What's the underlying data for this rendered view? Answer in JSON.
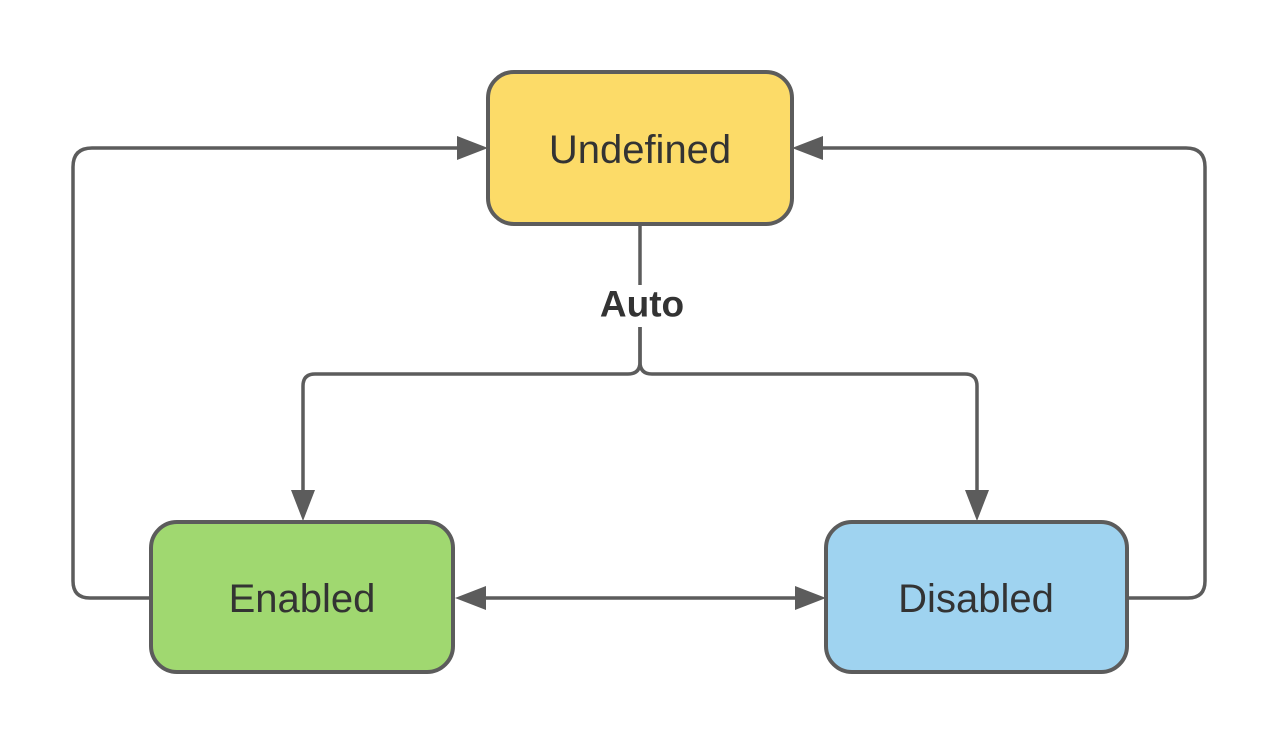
{
  "diagram": {
    "background_color": "#ffffff",
    "stroke_color": "#5c5c5c",
    "text_color": "#333333",
    "auto_label": "Auto",
    "nodes": [
      {
        "id": "undefined",
        "label": "Undefined",
        "color": "#fcdb68",
        "position": "top-center"
      },
      {
        "id": "enabled",
        "label": "Enabled",
        "color": "#a0d870",
        "position": "bottom-left"
      },
      {
        "id": "disabled",
        "label": "Disabled",
        "color": "#9fd3f0",
        "position": "bottom-right"
      }
    ],
    "edges": [
      {
        "from": "Undefined",
        "to": "Enabled",
        "label": "Auto",
        "bidirectional": false
      },
      {
        "from": "Undefined",
        "to": "Disabled",
        "label": "Auto",
        "bidirectional": false
      },
      {
        "from": "Enabled",
        "to": "Undefined",
        "label": "",
        "bidirectional": false
      },
      {
        "from": "Disabled",
        "to": "Undefined",
        "label": "",
        "bidirectional": false
      },
      {
        "from": "Enabled",
        "to": "Disabled",
        "label": "",
        "bidirectional": true
      }
    ]
  }
}
